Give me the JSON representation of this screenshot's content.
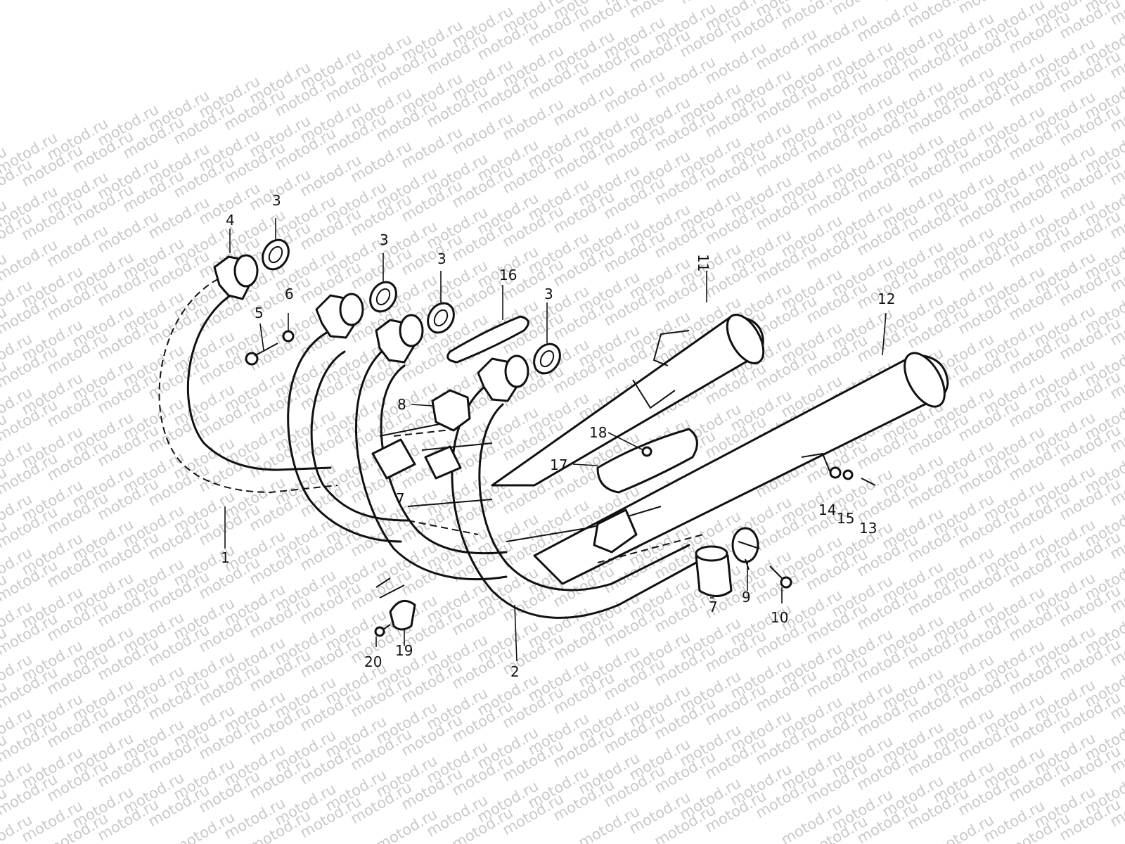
{
  "watermark": {
    "text": "motod.ru"
  },
  "callouts": [
    {
      "id": "c1",
      "text": "1"
    },
    {
      "id": "c2",
      "text": "2"
    },
    {
      "id": "c3a",
      "text": "3"
    },
    {
      "id": "c3b",
      "text": "3"
    },
    {
      "id": "c3c",
      "text": "3"
    },
    {
      "id": "c3d",
      "text": "3"
    },
    {
      "id": "c4",
      "text": "4"
    },
    {
      "id": "c5",
      "text": "5"
    },
    {
      "id": "c6",
      "text": "6"
    },
    {
      "id": "c7a",
      "text": "7"
    },
    {
      "id": "c7b",
      "text": "7"
    },
    {
      "id": "c8",
      "text": "8"
    },
    {
      "id": "c9",
      "text": "9"
    },
    {
      "id": "c10",
      "text": "10"
    },
    {
      "id": "c11",
      "text": "11"
    },
    {
      "id": "c12",
      "text": "12"
    },
    {
      "id": "c13",
      "text": "13"
    },
    {
      "id": "c14",
      "text": "14"
    },
    {
      "id": "c15",
      "text": "15"
    },
    {
      "id": "c16",
      "text": "16"
    },
    {
      "id": "c17",
      "text": "17"
    },
    {
      "id": "c18",
      "text": "18"
    },
    {
      "id": "c19",
      "text": "19"
    },
    {
      "id": "c20",
      "text": "20"
    }
  ]
}
